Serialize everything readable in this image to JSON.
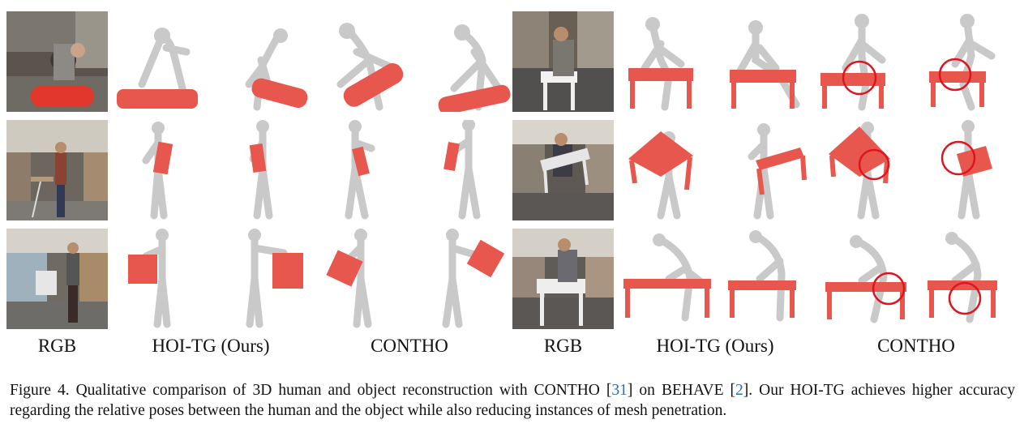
{
  "column_labels": {
    "rgb_left": "RGB",
    "ours_left": "HOI-TG (Ours)",
    "contho_left": "CONTHO",
    "rgb_right": "RGB",
    "ours_right": "HOI-TG (Ours)",
    "contho_right": "CONTHO"
  },
  "caption": {
    "part1": "Figure 4.  Qualitative comparison of 3D human and object reconstruction with CONTHO [",
    "ref1": "31",
    "part2": "] on BEHAVE [",
    "ref2": "2",
    "part3": "].  Our HOI-TG achieves higher accuracy regarding the relative poses between the human and the object while also reducing instances of mesh penetration."
  },
  "colors": {
    "object_red": "#e8574e",
    "human_gray": "#c9c9c9",
    "highlight_circle": "#e0141e",
    "citation_blue": "#2a6fb3"
  }
}
